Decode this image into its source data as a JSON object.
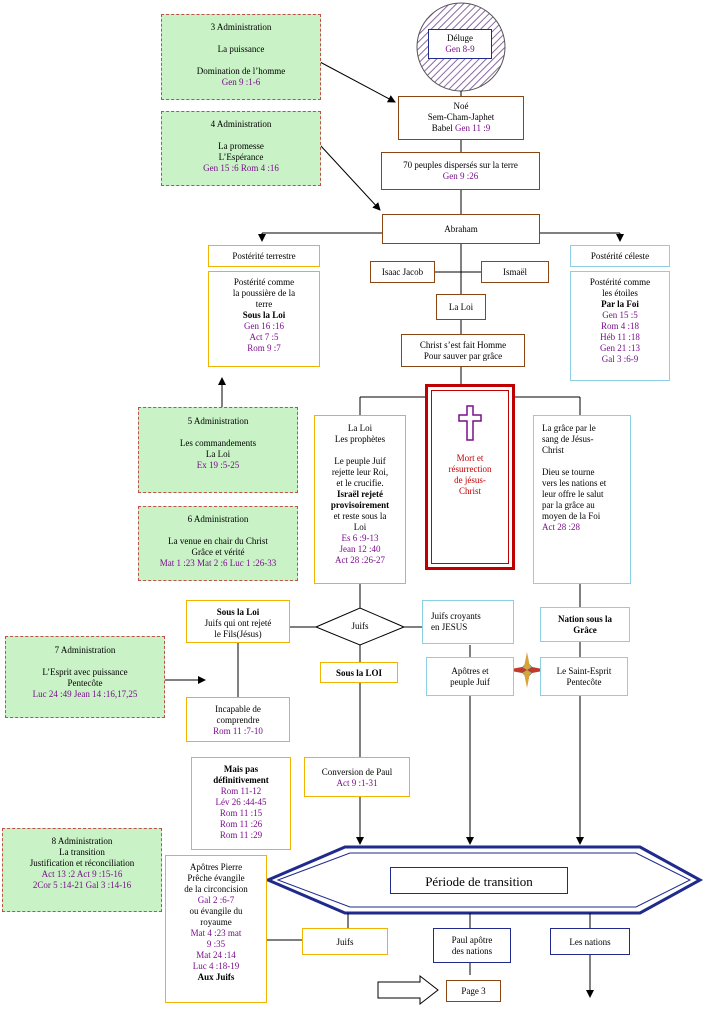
{
  "top": {
    "deluge": {
      "title": "Déluge",
      "ref": "Gen 8-9"
    },
    "noe": {
      "l1": "Noé",
      "l2": "Sem-Cham-Japhet",
      "l3": "Babel",
      "ref": "Gen 11 :9"
    },
    "peuples": {
      "l1": "70 peuples dispersés sur la terre",
      "ref": "Gen 9 :26"
    },
    "abraham": "Abraham",
    "isaac": "Isaac Jacob",
    "ismael": "Ismaël",
    "laloi": "La Loi",
    "christ": {
      "l1": "Christ s’est fait Homme",
      "l2": "Pour sauver par grâce"
    }
  },
  "admin3": {
    "l1": "3 Administration",
    "l2": "La puissance",
    "l3": "Domination de l’homme",
    "ref": "Gen 9 :1-6"
  },
  "admin4": {
    "l1": "4 Administration",
    "l2": "La promesse",
    "l3": "L’Espérance",
    "ref": "Gen 15 :6  Rom 4 :16"
  },
  "admin5": {
    "l1": "5 Administration",
    "l2": "Les commandements",
    "l3": "La Loi",
    "ref": "Ex 19 :5-25"
  },
  "admin6": {
    "l1": "6 Administration",
    "l2": "La venue en chair du Christ",
    "l3": "Grâce et vérité",
    "ref": "Mat 1 :23 Mat 2 :6 Luc 1 :26-33"
  },
  "admin7": {
    "l1": "7 Administration",
    "l2": "L’Esprit avec puissance",
    "l3": "Pentecôte",
    "ref": "Luc 24 :49  Jean 14 :16,17,25"
  },
  "admin8": {
    "l1": "8 Administration",
    "l2": "La transition",
    "l3": "Justification et réconciliation",
    "ref1": "Act 13 :2  Act 9 :15-16",
    "ref2": "2Cor 5 :14-21 Gal 3 :14-16"
  },
  "terrestre": {
    "head": "Postérité terrestre",
    "l1": "Postérité comme",
    "l2": "la poussière de la",
    "l3": "terre",
    "bold": "Sous la Loi",
    "refs": [
      "Gen 16 :16",
      "Act 7 :5",
      "Rom 9 :7"
    ]
  },
  "celeste": {
    "head": "Postérité céleste",
    "l1": "Postérité comme",
    "l2": "les étoiles",
    "bold": "Par la Foi",
    "refs": [
      "Gen 15 :5",
      "Rom 4 :18",
      "Héb 11 :18",
      "Gen 21 :13",
      "Gal 3 :6-9"
    ]
  },
  "loiprophetes": {
    "l1": "La Loi",
    "l2": "Les prophètes",
    "t1": "Le peuple Juif",
    "t2": "rejette leur Roi,",
    "t3": "et le crucifie.",
    "b1": "Israël rejeté",
    "b2": "provisoirement",
    "t4": "et reste sous la",
    "t5": "Loi",
    "refs": [
      "Es 6 :9-13",
      "Jean 12 :40",
      "Act 28 :26-27"
    ]
  },
  "mort": {
    "l1": "Mort et",
    "l2": "résurrection",
    "l3": "de jésus-",
    "l4": "Christ"
  },
  "grace": {
    "l1": "La grâce par le",
    "l2": "sang de Jésus-",
    "l3": "Christ",
    "l4": "Dieu se tourne",
    "l5": "vers les nations et",
    "l6": "leur offre le salut",
    "l7": "par la grâce au",
    "l8": "moyen de la Foi",
    "ref": "Act 28 :28"
  },
  "souslaloi": {
    "bold": "Sous la Loi",
    "l1": "Juifs qui ont rejeté",
    "l2": "le Fils(Jésus)"
  },
  "juifs_diamond": "Juifs",
  "croyants": {
    "l1": "Juifs croyants",
    "l2": "en JESUS"
  },
  "nationgrace": {
    "l1": "Nation sous la",
    "l2": "Grâce"
  },
  "souslaloi2": "Sous la LOI",
  "apotres": {
    "l1": "Apôtres et",
    "l2": "peuple Juif"
  },
  "esprit": {
    "l1": "Le Saint-Esprit",
    "l2": "Pentecôte"
  },
  "incapable": {
    "l1": "Incapable de",
    "l2": "comprendre",
    "ref": "Rom 11 :7-10"
  },
  "maispas": {
    "b1": "Mais pas",
    "b2": "définitivement",
    "refs": [
      "Rom 11-12",
      "Lév 26 :44-45",
      "Rom 11 :15",
      "Rom 11 :26",
      "Rom 11 :29"
    ]
  },
  "conversion": {
    "l1": "Conversion de Paul",
    "ref": "Act 9 :1-31"
  },
  "periode": "Période de transition",
  "pierre": {
    "l1": "Apôtres Pierre",
    "l2": "Prêche évangile",
    "l3": "de la circoncision",
    "r1": "Gal 2 :6-7",
    "l4": "ou évangile du",
    "l5": "royaume",
    "r2": "Mat 4 :23 mat",
    "r3": "9 :35",
    "r4": "Mat 24 :14",
    "r5": "Luc 4 :18-19",
    "bold": "Aux Juifs"
  },
  "juifs_bottom": "Juifs",
  "paul": {
    "l1": "Paul apôtre",
    "l2": "des nations"
  },
  "nations": "Les nations",
  "page3": "Page 3",
  "colors": {
    "green": "#c9f2c6",
    "border_red": "#c0504d",
    "brown": "#8b4513",
    "yellow": "#f2b200",
    "light_blue": "#8ccfe4",
    "navy": "#1f2a8c",
    "purple_ref": "#7a0e8c",
    "cross_red": "#c00000"
  }
}
